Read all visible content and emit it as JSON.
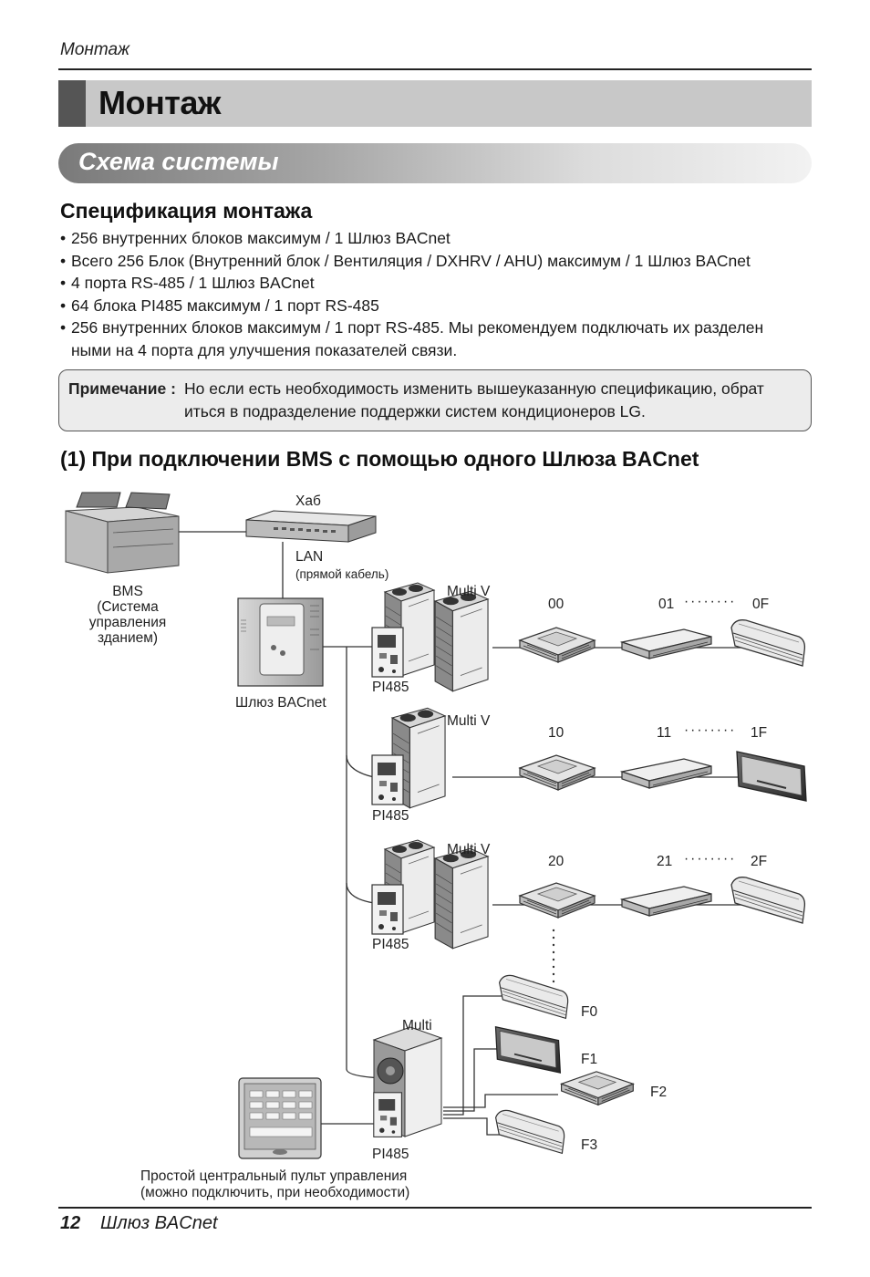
{
  "header": {
    "running_head": "Монтаж"
  },
  "title": "Монтаж",
  "section": "Схема системы",
  "spec": {
    "heading": "Спецификация монтажа",
    "items": [
      "256 внутренних блоков максимум / 1 Шлюз BACnet",
      "Всего 256 Блок (Внутренний блок / Вентиляция / DXHRV / AHU) максимум / 1 Шлюз BACnet",
      "4 порта RS-485 / 1 Шлюз BACnet",
      "64 блока PI485 максимум / 1 порт RS-485",
      "256 внутренних блоков максимум / 1 порт RS-485. Мы рекомендуем подключать их разделен ными на 4 порта для улучшения  показателей связи."
    ]
  },
  "note": {
    "label": "Примечание :",
    "line1": "Но если есть необходимость изменить вышеуказанную спецификацию, обрат",
    "line2": "иться в подразделение поддержки систем кондиционеров LG."
  },
  "diagram": {
    "heading": "(1) При подключении BMS с помощью одного Шлюза BACnet",
    "hub": "Хаб",
    "lan": "LAN",
    "lan_note": "(прямой кабель)",
    "bms": [
      "BMS",
      "(Система",
      "управления",
      "зданием)"
    ],
    "gateway": "Шлюз BACnet",
    "multi_v": "Multi V",
    "multi": "Multi",
    "pi485": "PI485",
    "rows": [
      {
        "a": "00",
        "b": "01",
        "dots": "········",
        "c": "0F"
      },
      {
        "a": "10",
        "b": "11",
        "dots": "········",
        "c": "1F"
      },
      {
        "a": "20",
        "b": "21",
        "dots": "········",
        "c": "2F"
      }
    ],
    "multi_units": [
      "F0",
      "F1",
      "F2",
      "F3"
    ],
    "central_controller": [
      "Простой центральный пульт управления",
      "(можно подключить, при необходимости)"
    ]
  },
  "footer": {
    "page": "12",
    "title": "Шлюз BACnet"
  }
}
